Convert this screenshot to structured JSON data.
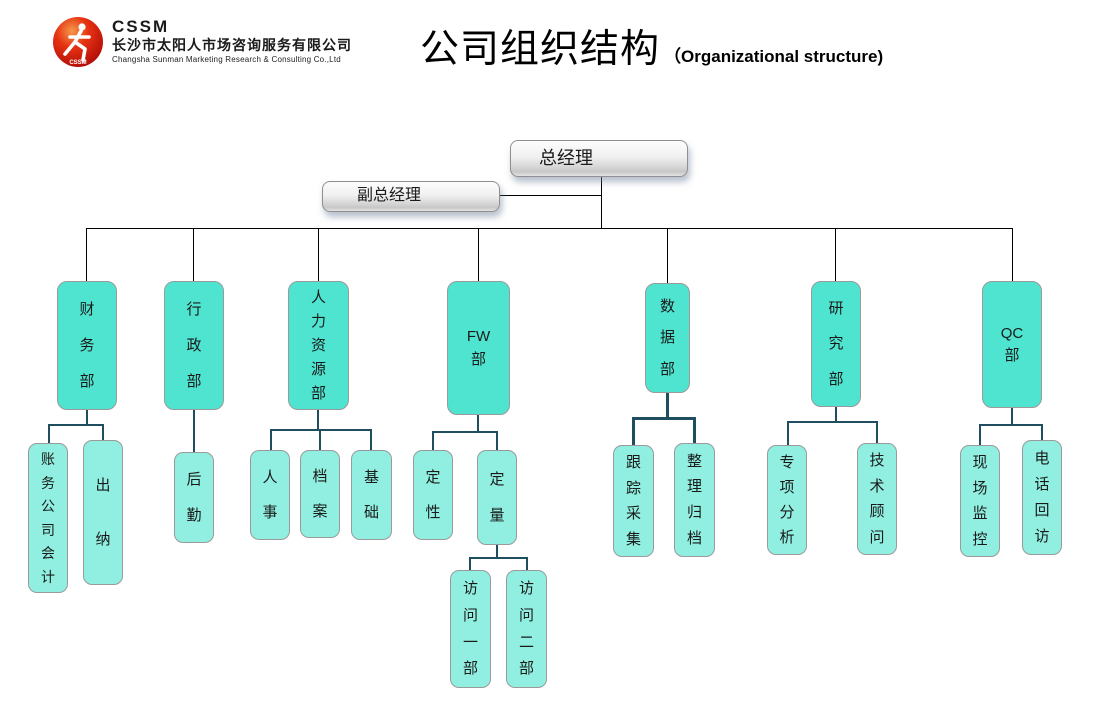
{
  "header": {
    "logo_abbr": "CSSM",
    "logo_badge": "CSSM",
    "company_cn": "长沙市太阳人市场咨询服务有限公司",
    "company_en": "Changsha Sunman Marketing Research & Consulting Co.,Ltd",
    "title_cn": "公司组织结构",
    "title_en": "（Organizational structure)"
  },
  "colors": {
    "dept_fill": "#4fe4d0",
    "sub_fill": "#90efe0",
    "connector_dark": "#1f4e5f",
    "connector_black": "#000000",
    "manager_box_border": "#8f8f8f",
    "logo_red": "#e63312"
  },
  "org": {
    "gm_label": "总经理",
    "deputy_label": "副总经理",
    "departments": [
      {
        "label": "财\n务\n部",
        "children": [
          {
            "label": "账\n务\n公\n司\n会\n计"
          },
          {
            "label": "出\n纳"
          }
        ]
      },
      {
        "label": "行\n政\n部",
        "children": [
          {
            "label": "后\n勤"
          }
        ]
      },
      {
        "label": "人\n力\n资\n源\n部",
        "children": [
          {
            "label": "人\n事"
          },
          {
            "label": "档\n案"
          },
          {
            "label": "基\n础"
          }
        ]
      },
      {
        "label": "FW\n部",
        "children": [
          {
            "label": "定\n性"
          },
          {
            "label": "定\n量",
            "children": [
              {
                "label": "访\n问\n一\n部"
              },
              {
                "label": "访\n问\n二\n部"
              }
            ]
          }
        ]
      },
      {
        "label": "数\n据\n部",
        "children": [
          {
            "label": "跟\n踪\n采\n集"
          },
          {
            "label": "整\n理\n归\n档"
          }
        ]
      },
      {
        "label": "研\n究\n部",
        "children": [
          {
            "label": "专\n项\n分\n析"
          },
          {
            "label": "技\n术\n顾\n问"
          }
        ]
      },
      {
        "label": "QC\n部",
        "children": [
          {
            "label": "现\n场\n监\n控"
          },
          {
            "label": "电\n话\n回\n访"
          }
        ]
      }
    ]
  }
}
